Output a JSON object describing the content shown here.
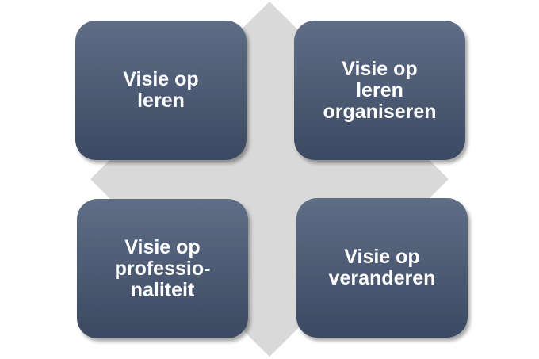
{
  "quadrants": {
    "top_left": {
      "label": "Visie op\nleren"
    },
    "top_right": {
      "label": "Visie op\nleren\norganiseren"
    },
    "bottom_left": {
      "label": "Visie op\nprofessio-\nnaliteit"
    },
    "bottom_right": {
      "label": "Visie op\nveranderen"
    }
  },
  "colors": {
    "box_fill_top": "#5f6d86",
    "box_fill_bottom": "#3c4962",
    "box_text": "#ffffff",
    "backdrop_shape": "#d9d9d9"
  }
}
